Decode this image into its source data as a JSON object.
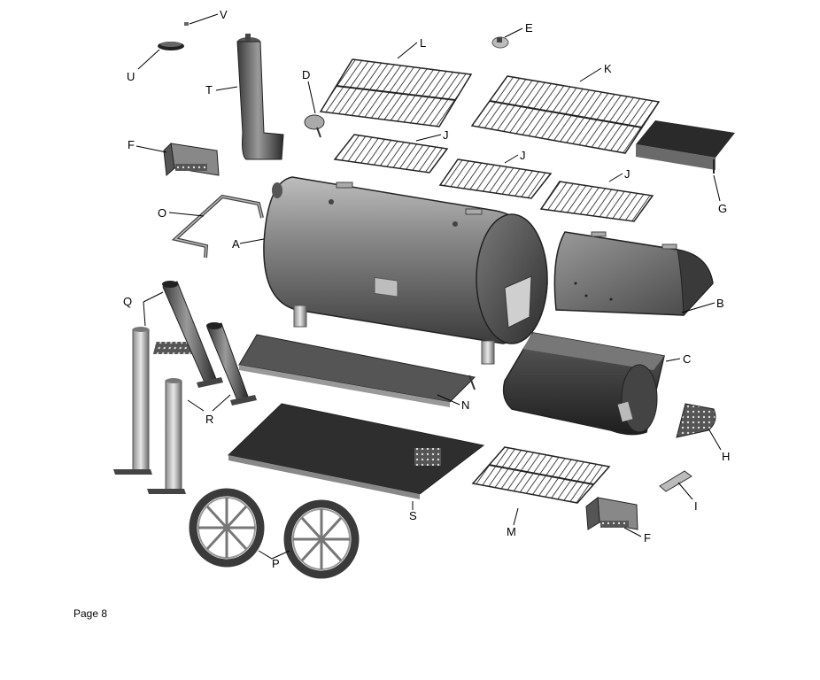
{
  "page_number": "Page 8",
  "callouts": {
    "A": "A",
    "B": "B",
    "C": "C",
    "D": "D",
    "E": "E",
    "F1": "F",
    "F2": "F",
    "G": "G",
    "H": "H",
    "I": "I",
    "J1": "J",
    "J2": "J",
    "J3": "J",
    "K": "K",
    "L": "L",
    "M": "M",
    "N": "N",
    "O": "O",
    "P": "P",
    "Q": "Q",
    "R": "R",
    "S": "S",
    "T": "T",
    "U": "U",
    "V": "V"
  }
}
